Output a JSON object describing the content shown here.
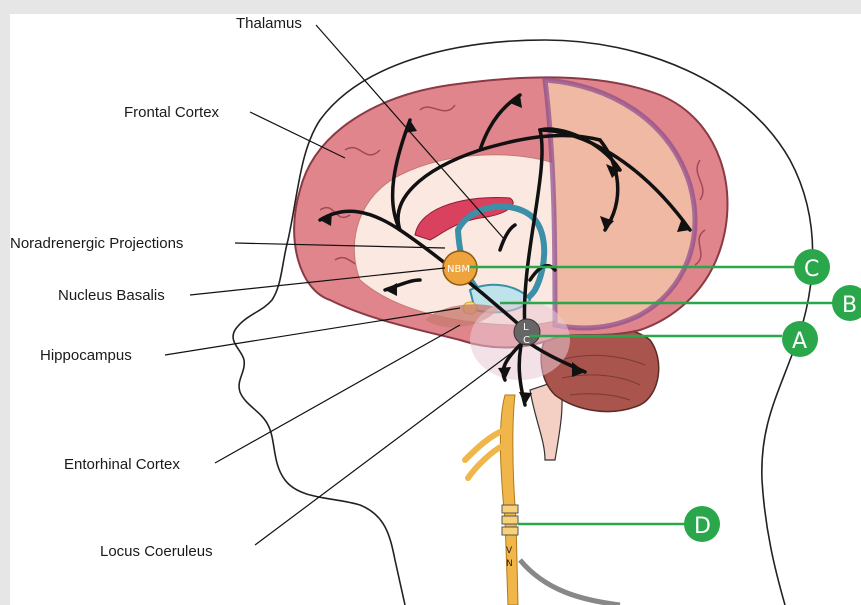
{
  "labels": {
    "thalamus": "Thalamus",
    "frontal_cortex": "Frontal Cortex",
    "noradrenergic": "Noradrenergic Projections",
    "nucleus_basalis": "Nucleus Basalis",
    "hippocampus": "Hippocampus",
    "entorhinal": "Entorhinal Cortex",
    "locus_coeruleus": "Locus Coeruleus"
  },
  "markers": {
    "a": "A",
    "b": "B",
    "c": "C",
    "d": "D"
  },
  "inline_tags": {
    "nbm": "NBM",
    "lc_l": "L",
    "lc_c": "C",
    "vn_v": "V",
    "vn_n": "N"
  },
  "colors": {
    "cortex": "#e0858c",
    "cortex_inner": "#f3cfc4",
    "corpus_callosum": "#d9415f",
    "thalamus": "#3b8fa6",
    "cerebellum": "#a9544c",
    "nerve": "#f1b64a",
    "marker": "#2aa64b",
    "nbm": "#efa33c"
  }
}
